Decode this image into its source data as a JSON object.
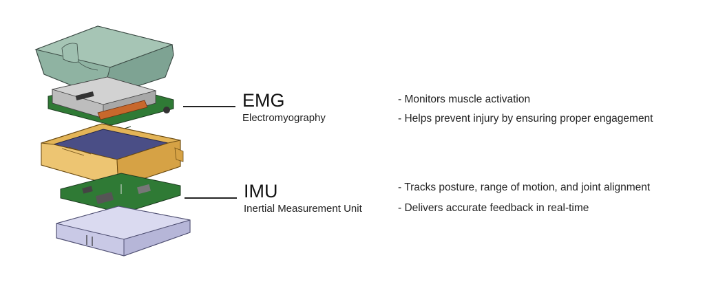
{
  "labels": [
    {
      "abbr": "EMG",
      "full": "Electromyography",
      "points": [
        "- Monitors muscle activation",
        "- Helps prevent injury by ensuring proper engagement"
      ]
    },
    {
      "abbr": "IMU",
      "full": "Inertial Measurement Unit",
      "points": [
        "- Tracks posture, range of motion, and joint alignment",
        "- Delivers accurate feedback in real-time"
      ]
    }
  ],
  "colors": {
    "top_cover": "#8fb3a2",
    "middle_shell": "#e3b457",
    "battery": "#4a4e86",
    "pcb": "#2f7a35",
    "emg_connector": "#c8682c",
    "bottom_shell": "#c9c9e6"
  }
}
